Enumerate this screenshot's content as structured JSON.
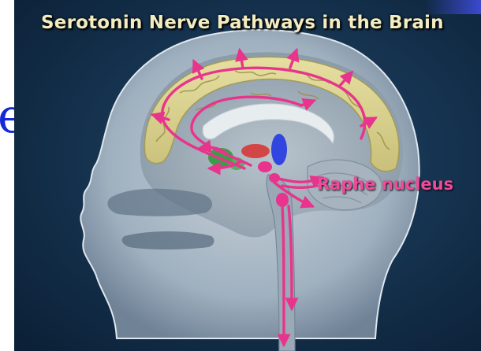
{
  "slide": {
    "title": "Serotonin Nerve Pathways in the Brain",
    "edge_glyph": "e"
  },
  "figure": {
    "label": "Raphe nucleus",
    "colors": {
      "pathway": "#e8348c",
      "cortex": "#d8cf86",
      "background": "#163451",
      "title_text": "#f3ecc0",
      "green_region": "#2f9a3a",
      "blue_region": "#2a3ee0",
      "edge_glyph": "#1428d8"
    }
  }
}
